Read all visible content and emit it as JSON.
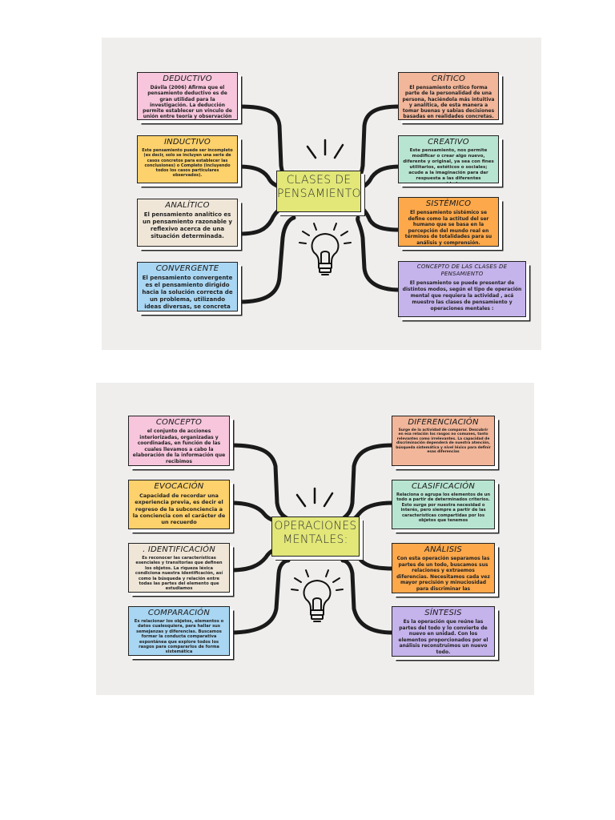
{
  "panel1": {
    "center_title": "CLASES DE PENSAMIENTO",
    "cards": [
      {
        "title": "DEDUCTIVO",
        "text": "Dávila (2006) Afirma que el pensamiento deductivo es de gran utilidad para la investigación. La deducción permite establecer un vínculo de unión entre teoría y observación"
      },
      {
        "title": "INDUCTIVO",
        "text": "Este pensamiento puede ser incompleto (es decir, solo se incluyen una serie de casos concretos para establecer las conclusiones) o Completo (incluyendo todos los casos particulares observados)."
      },
      {
        "title": "ANALÍTICO",
        "text": "El pensamiento analítico es un pensamiento razonable y reflexivo acerca de una situación determinada."
      },
      {
        "title": "CONVERGENTE",
        "text": "El pensamiento convergente es el pensamiento dirigido hacia la solución correcta de un problema, utilizando ideas diversas, se concreta en una única solución."
      },
      {
        "title": "CRÍTICO",
        "text": "El pensamiento crítico forma parte de la personalidad de una persona, haciéndola más intuitiva y analítica, de esta manera a tomar buenas y sabias decisiones basadas en realidades concretas."
      },
      {
        "title": "CREATIVO",
        "text": "Este pensamiento, nos permite modificar o crear algo nuevo, diferente y original, ya sea con fines utilitarios, estéticos o sociales; acude a la imaginación para dar respuesta a las diferentes necesidades."
      },
      {
        "title": "SISTÉMICO",
        "text": "El pensamiento sistémico se define como la actitud del ser humano que se basa en la percepción del mundo real en términos de totalidades para su análisis y comprensión."
      },
      {
        "title": "CONCEPTO DE LAS CLASES DE PENSAMIENTO",
        "text": "El pensamiento se puede presentar de distintos modos, según el tipo de operación mental que requiera la actividad , acá muestro las clases de pensamiento y operaciones mentales :"
      }
    ]
  },
  "panel2": {
    "center_title": "OPERACIONES MENTALES:",
    "cards": [
      {
        "title": "CONCEPTO",
        "text": "el conjunto de acciones interiorizadas, organizadas y coordinadas, en función de las cuales llevamos a cabo la elaboración de la información que recibimos"
      },
      {
        "title": "EVOCACIÓN",
        "text": "Capacidad de recordar una experiencia previa, es decir el regreso de la subconciencia a la conciencia con el carácter de un recuerdo"
      },
      {
        "title": ". IDENTIFICACIÓN",
        "text": "Es reconocer las características esenciales y transitorias que definen los objetos. La riqueza léxica condiciona nuestra identificación, así como la búsqueda y relación entre todas las partes del elemento que estudiamos"
      },
      {
        "title": "COMPARACIÓN",
        "text": "Es relacionar los objetos, elementos o datos cualesquiera, para hallar sus semejanzas y diferencias. Buscamos formar la conducta comparativa espontánea que explore todos los rasgos para compararlos de forma sistemática"
      },
      {
        "title": "DIFERENCIACIÓN",
        "text": "Surge de la actividad de comparar. Descubrir en esa relación los rasgos no comunes, tanto relevantes como irrelevantes. La capacidad de discriminación dependerá de nuestra atención, búsqueda sistemática y nivel léxico para definir esas diferencias"
      },
      {
        "title": "CLASIFICACIÓN",
        "text": "Relaciona o agrupa los elementos de un todo a partir de determinados criterios. Esto surge por nuestra necesidad o interés, pero siempre a partir de las características compartidas por los objetos que tenemos"
      },
      {
        "title": "ANÁLISIS",
        "text": "Con esta operación separamos las partes de un todo, buscamos sus relaciones y extraemos diferencias. Necesitamos cada vez mayor precisión y minuciosidad para discriminar las características"
      },
      {
        "title": "SÍNTESIS",
        "text": "Es la operación que reúne las partes del todo y lo convierte de nuevo en unidad. Con los elementos proporcionados por el análisis reconstruimos un nuevo todo."
      }
    ]
  },
  "colors": {
    "pink": "#f7c6dc",
    "yellow": "#fdd16b",
    "beige": "#efe6d8",
    "blue": "#a9d6f2",
    "peach": "#f2b69a",
    "mint": "#b8e5d2",
    "orange": "#fca84b",
    "lavender": "#c5b3ec",
    "center": "#e2e778"
  },
  "icons": [
    "lightbulb-icon",
    "sparkle-lines-icon"
  ]
}
